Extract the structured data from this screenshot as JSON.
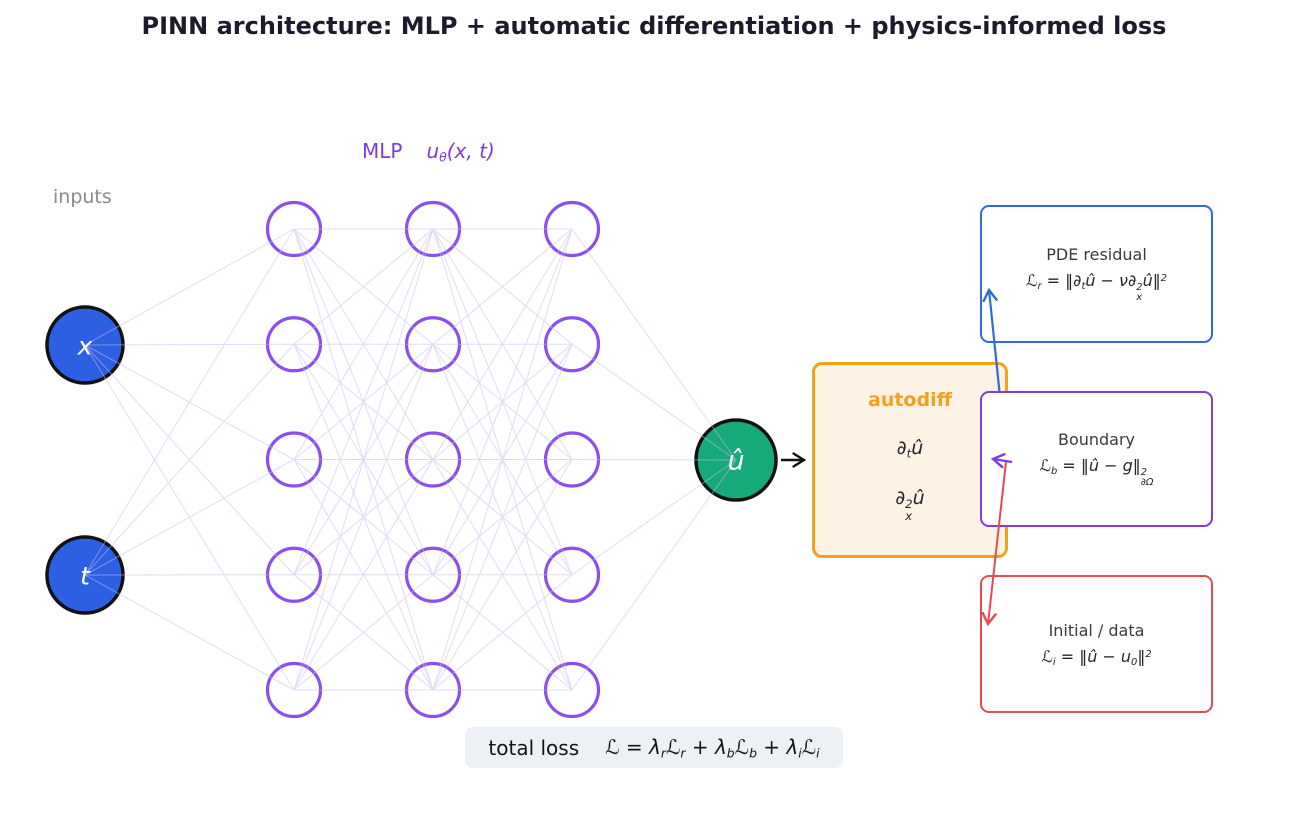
{
  "title": "PINN architecture: MLP + automatic differentiation + physics-informed loss",
  "labels": {
    "inputs": "inputs",
    "mlp": "MLP",
    "mlp_fn": "u_{θ}(x, t)"
  },
  "network": {
    "input_nodes": [
      {
        "label": "x"
      },
      {
        "label": "t"
      }
    ],
    "hidden_layers": [
      5,
      5,
      5
    ],
    "output_node": {
      "label": "û"
    }
  },
  "autodiff": {
    "title": "autodiff",
    "derivatives": [
      "∂_{t}û",
      "∂_{x}^{2}û"
    ]
  },
  "loss_boxes": [
    {
      "title": "PDE residual",
      "formula": "ℒ_{r} = ‖∂_{t}û − ν∂_{x}^{2}û‖^{2}",
      "color": "#2f6bdf"
    },
    {
      "title": "Boundary",
      "formula": "ℒ_{b} = ‖û − g‖^{2}_{∂Ω}",
      "color": "#7d3be0"
    },
    {
      "title": "Initial / data",
      "formula": "ℒ_{i} = ‖û − u_{0}‖^{2}",
      "color": "#e64a4d"
    }
  ],
  "total_loss": {
    "label": "total loss",
    "formula": "ℒ = λ_{r}ℒ_{r} + λ_{b}ℒ_{b} + λ_{i}ℒ_{i}"
  },
  "colors": {
    "input_node": "#2c5fe2",
    "hidden_node_border": "#8a50ee",
    "output_node": "#16a97a",
    "connection": "#c9bcf2",
    "node_outline": "#111111",
    "mlp_text": "#7d3be0",
    "inputs_text": "#8a8a90",
    "autodiff_accent": "#f4a11d",
    "autodiff_bg": "#fdf3e4",
    "arrow_black": "#111111",
    "total_loss_bg": "#edf0f5"
  }
}
